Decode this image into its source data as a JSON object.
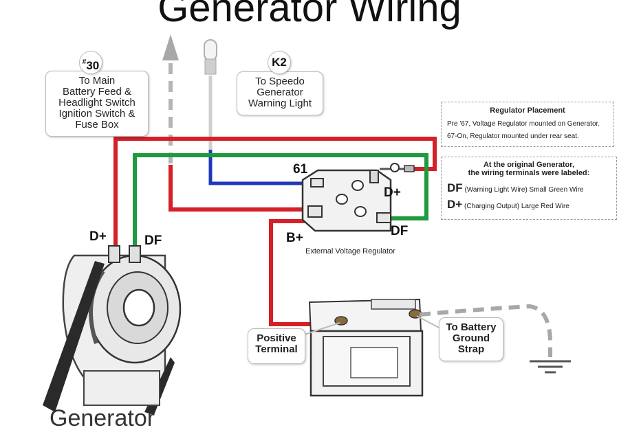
{
  "title": "Generator Wiring",
  "generator_label": "Generator",
  "callout_30": {
    "badge_prefix": "#",
    "badge_number": "30",
    "lines": [
      "To Main",
      "Battery Feed &",
      "Headlight Switch",
      "Ignition Switch &",
      "Fuse Box"
    ]
  },
  "callout_k2": {
    "badge": "K2",
    "lines": [
      "To Speedo",
      "Generator",
      "Warning Light"
    ]
  },
  "regulator_placement": {
    "heading": "Regulator Placement",
    "line1": "Pre '67, Voltage Regulator mounted on Generator.",
    "line2": "67-On, Regulator mounted under rear seat."
  },
  "original_generator": {
    "heading1": "At the original Generator,",
    "heading2": "the wiring terminals were labeled:",
    "df_code": "DF",
    "df_desc": "(Warning Light Wire) Small Green Wire",
    "dplus_code": "D+",
    "dplus_desc": "(Charging Output) Large Red Wire"
  },
  "regulator": {
    "label": "External Voltage Regulator",
    "t61": "61",
    "dplus": "D+",
    "bplus": "B+",
    "df": "DF"
  },
  "generator_terminals": {
    "dplus": "D+",
    "df": "DF"
  },
  "battery": {
    "positive_lines": [
      "Positive",
      "Terminal"
    ],
    "ground_lines": [
      "To Battery",
      "Ground",
      "Strap"
    ]
  },
  "colors": {
    "red_wire": "#d42027",
    "green_wire": "#1f9a3c",
    "blue_wire": "#2138b8",
    "gray_wire": "#b5b5b5"
  }
}
